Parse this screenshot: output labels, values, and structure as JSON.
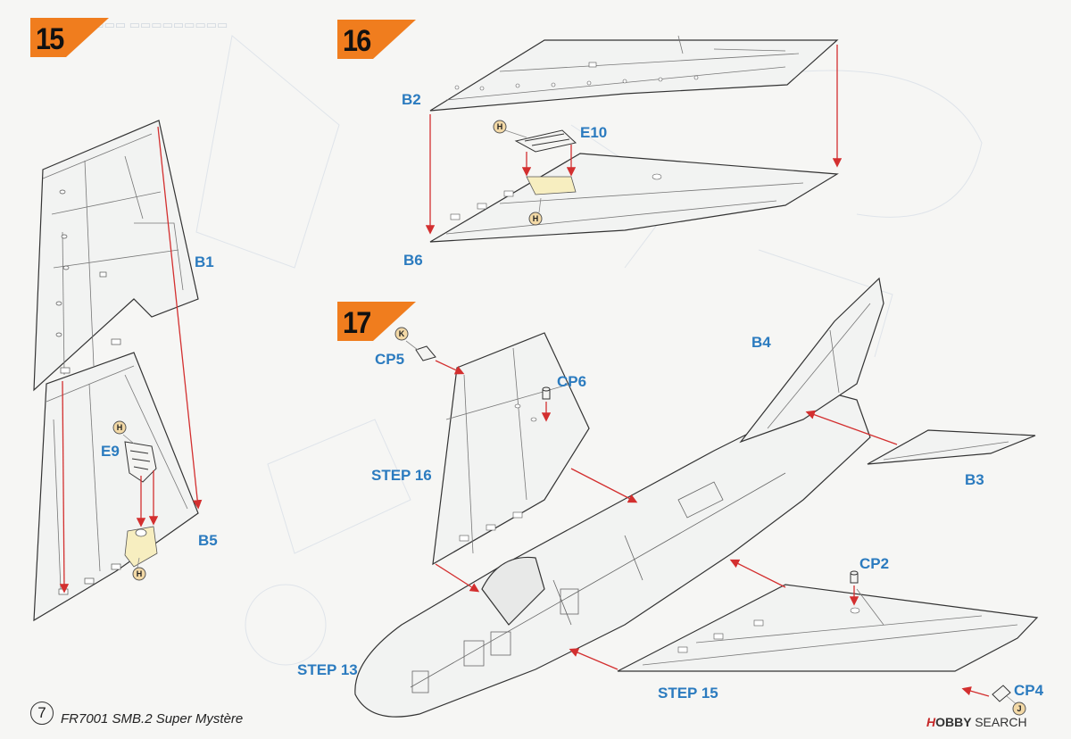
{
  "steps": {
    "s15": "15",
    "s16": "16",
    "s17": "17"
  },
  "parts": {
    "b1": "B1",
    "b2": "B2",
    "b3": "B3",
    "b4": "B4",
    "b5": "B5",
    "b6": "B6",
    "e9": "E9",
    "e10": "E10",
    "cp2": "CP2",
    "cp4": "CP4",
    "cp5": "CP5",
    "cp6": "CP6"
  },
  "markers": {
    "h": "H",
    "k": "K",
    "j": "J"
  },
  "references": {
    "step16": "STEP 16",
    "step13": "STEP 13",
    "step15": "STEP 15"
  },
  "footer": {
    "page_number": "7",
    "title": "FR7001 SMB.2 Super Mystère"
  },
  "watermark": {
    "hobby": "H",
    "obby": "OBBY",
    "search": "SEARCH"
  },
  "colors": {
    "label_blue": "#2b7bbf",
    "step_orange": "#f07d1e",
    "arrow_red": "#d32f2f",
    "part_yellow": "#f7eec0"
  }
}
